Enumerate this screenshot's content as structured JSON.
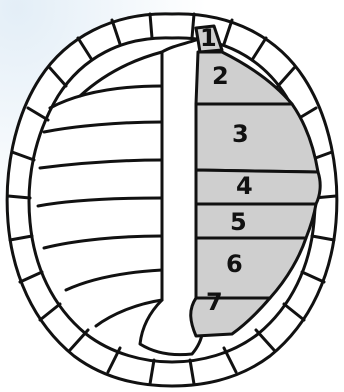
{
  "colors": {
    "shaded_scute": "#cfcfcf",
    "outline": "#111111",
    "background_tint": "#e8f2f9"
  },
  "labels": [
    {
      "id": "1",
      "text": "1"
    },
    {
      "id": "2",
      "text": "2"
    },
    {
      "id": "3",
      "text": "3"
    },
    {
      "id": "4",
      "text": "4"
    },
    {
      "id": "5",
      "text": "5"
    },
    {
      "id": "6",
      "text": "6"
    },
    {
      "id": "7",
      "text": "7"
    }
  ]
}
